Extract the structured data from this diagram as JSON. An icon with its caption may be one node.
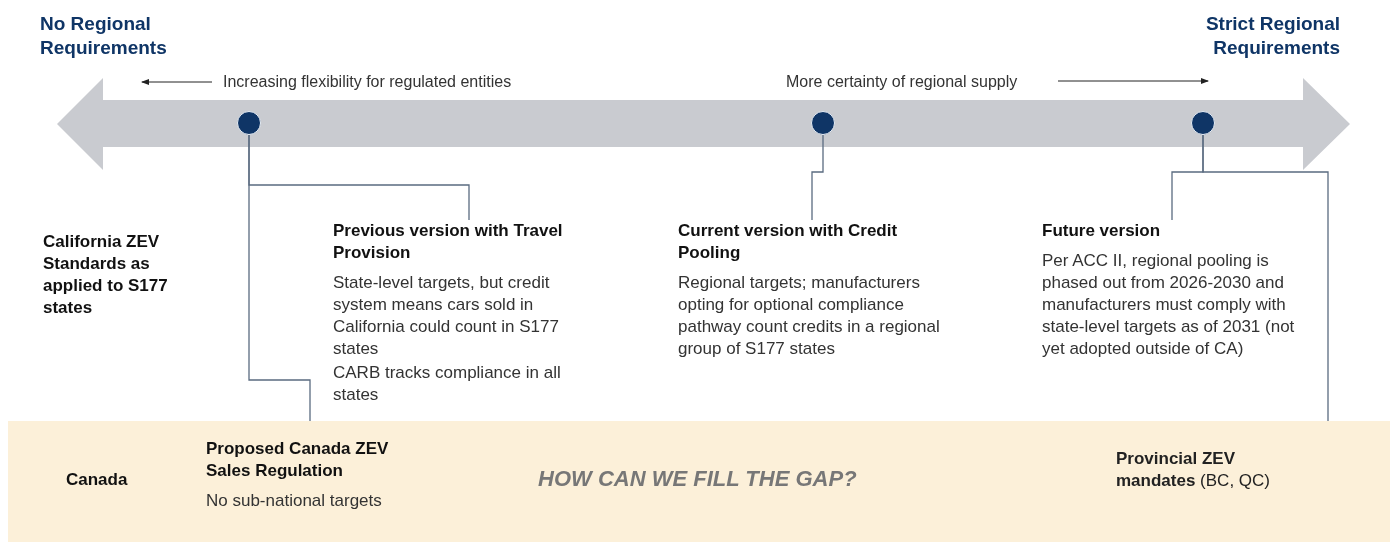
{
  "diagram": {
    "nodes": [
      {
        "text": [],
        "shape": "circle"
      },
      {
        "text": [],
        "shape": "circle"
      },
      {
        "text": [],
        "shape": "circle"
      },
      {
        "text": [
          "Previous version with Travel Provision",
          "State-level targets, but credit system means cars sold in California could count in S177 states",
          "CARB tracks compliance in all states"
        ]
      },
      {
        "text": [
          "Current version with Credit Pooling",
          "Regional targets; manufacturers opting for optional compliance pathway count credits in a regional group of S177 states"
        ]
      },
      {
        "text": [
          "Future version",
          "Per ACC II, regional pooling is phased out from 2026-2030 and manufacturers must comply with state-level targets as of 2031 (not yet adopted outside of CA)"
        ]
      },
      {
        "text": [
          "Canada",
          "HOW CAN WE FILL THE GAP?"
        ]
      },
      {
        "text": [
          "Proposed Canada ZEV Sales Regulation",
          "No sub-national targets"
        ],
        "in": 6
      },
      {
        "text": [
          "**Provincial ZEV mandates** (BC, QC)"
        ],
        "in": 6
      }
    ],
    "edges": [
      {
        "from": 0,
        "to": 3,
        "arrow": "none"
      },
      {
        "from": 0,
        "to": 7,
        "arrow": "none"
      },
      {
        "from": 1,
        "to": 4,
        "arrow": "none"
      },
      {
        "from": 2,
        "to": 5,
        "arrow": "none"
      },
      {
        "from": 2,
        "to": 8,
        "arrow": "none"
      }
    ],
    "labels": [
      "No Regional Requirements",
      "Strict Regional Requirements",
      "Increasing flexibility for regulated entities",
      "More certainty of regional supply",
      "California ZEV Standards as applied to S177 states"
    ]
  }
}
